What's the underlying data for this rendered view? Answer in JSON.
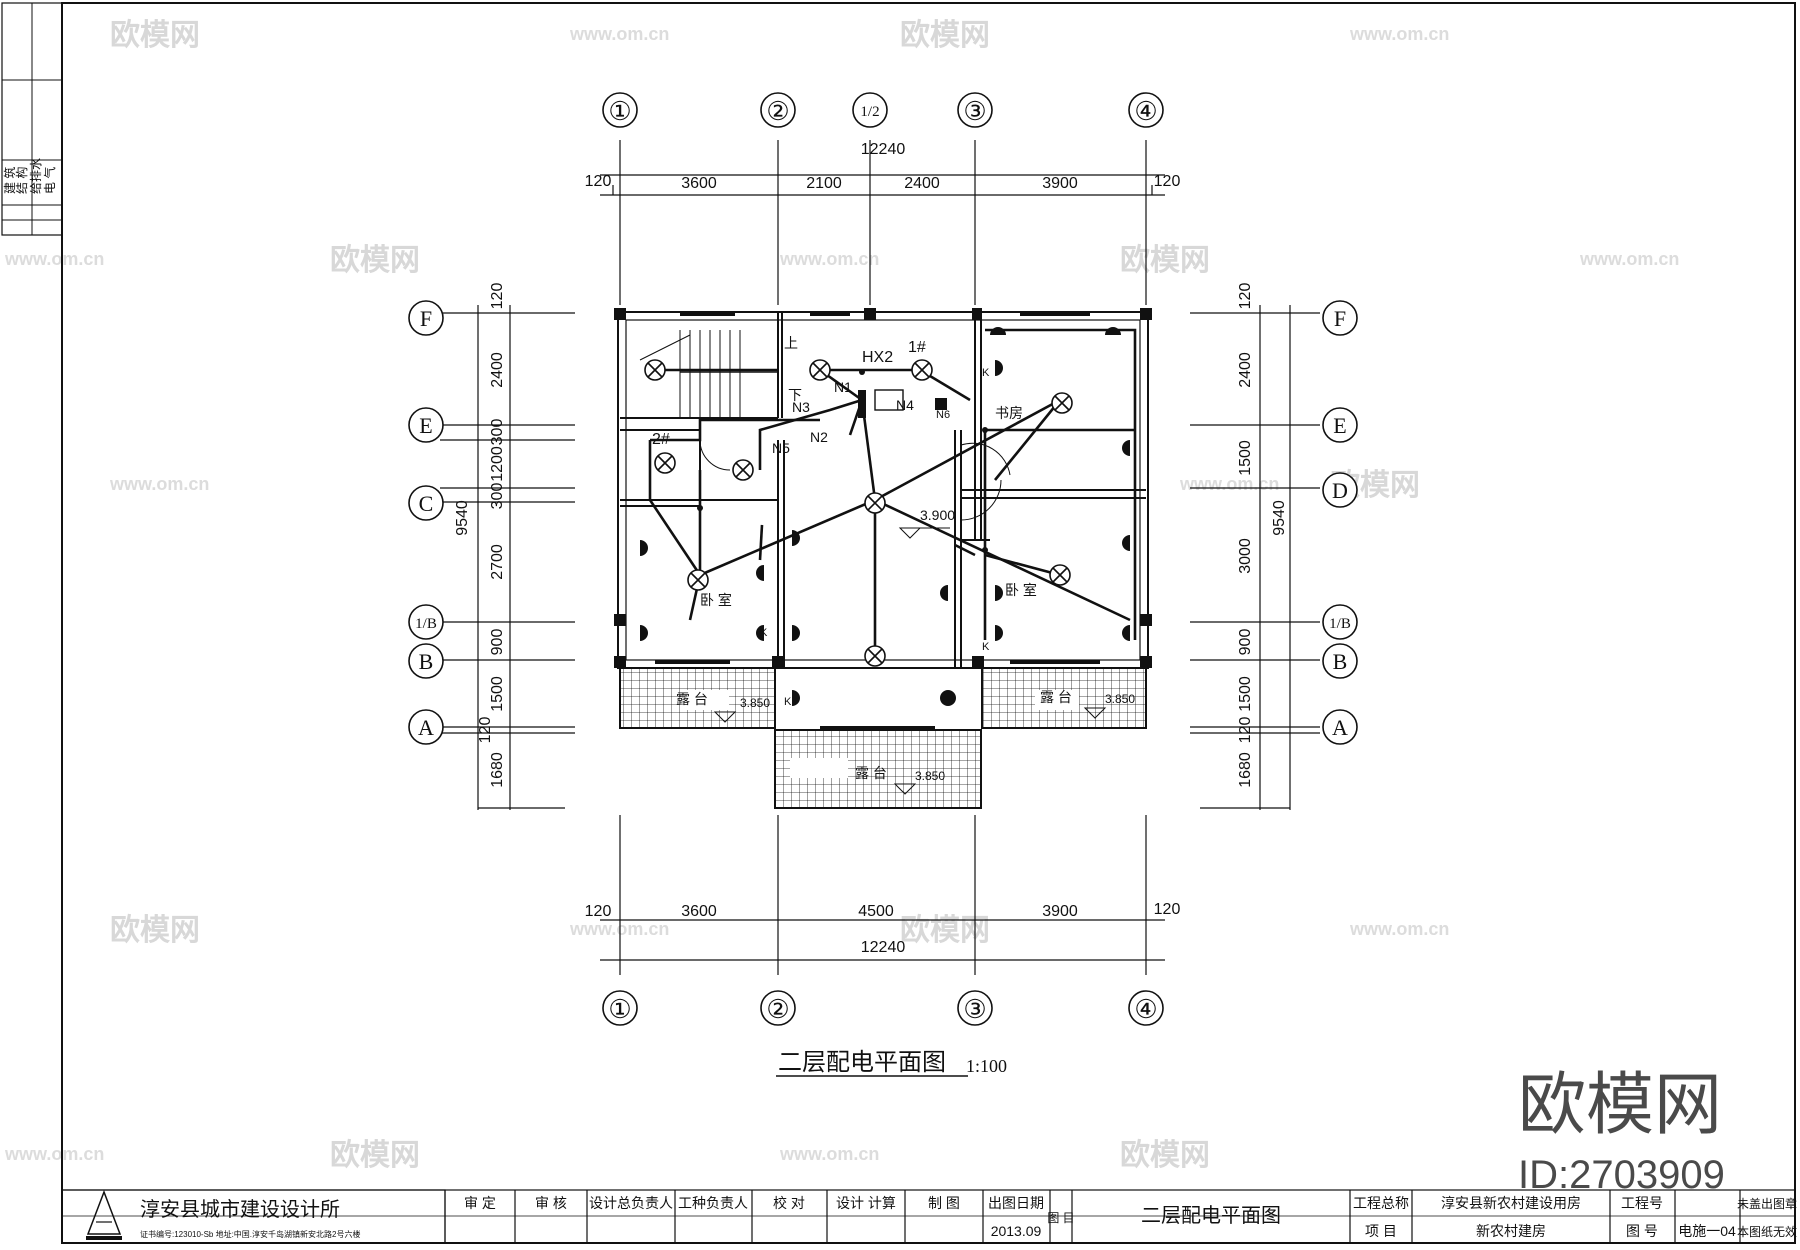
{
  "drawing": {
    "title": "二层配电平面图",
    "scale": "1:100",
    "axes_top": [
      "①",
      "②",
      "1/2",
      "③",
      "④"
    ],
    "axes_bottom": [
      "①",
      "②",
      "③",
      "④"
    ],
    "axes_left": [
      "F",
      "E",
      "C",
      "1/B",
      "B",
      "A"
    ],
    "axes_right": [
      "F",
      "E",
      "D",
      "1/B",
      "B",
      "A"
    ],
    "dims_top_total": "12240",
    "dims_top": [
      "120",
      "3600",
      "2100",
      "2400",
      "3900",
      "120"
    ],
    "dims_bottom_total": "12240",
    "dims_bottom": [
      "120",
      "3600",
      "4500",
      "3900",
      "120"
    ],
    "dims_left_total": "9540",
    "dims_left": [
      "120",
      "2400",
      "300",
      "1200",
      "300",
      "2700",
      "900",
      "1500",
      "120",
      "1680"
    ],
    "dims_right_total": "9540",
    "dims_right": [
      "120",
      "2400",
      "1500",
      "3000",
      "900",
      "1500",
      "120",
      "1680"
    ],
    "rooms": {
      "bedroom_left": "卧 室",
      "bedroom_right": "卧 室",
      "study": "书房",
      "balcony_left": "露 台",
      "balcony_right": "露 台",
      "balcony_front": "露 台",
      "stairs_up": "上",
      "stairs_down": "下"
    },
    "elevations": {
      "main": "3.900",
      "balcony_left": "3.850",
      "balcony_right": "3.850",
      "balcony_front": "3.850"
    },
    "labels": {
      "hx": "HX2",
      "riser1": "1#",
      "riser2": "2#",
      "n1": "N1",
      "n2": "N2",
      "n3": "N3",
      "n4": "N4",
      "n5": "N5",
      "n6": "N6",
      "k": "K"
    }
  },
  "side_strip": [
    "建 筑",
    "结 构",
    "给排水",
    "电 气"
  ],
  "title_block": {
    "institute": "淳安县城市建设设计所",
    "cert": "证书编号:123010-Sb   地址:中国.淳安千岛湖镇新安北路2号六楼",
    "roles": [
      "审  定",
      "审  核",
      "设计总负责人",
      "工种负责人",
      "校  对",
      "设计 计算",
      "制  图"
    ],
    "date_label": "出图日期",
    "date": "2013.09",
    "fig_label": "图 目",
    "drawing_name": "二层配电平面图",
    "project_total_label": "工程总称",
    "project_total": "淳安县新农村建设用房",
    "item_label": "项 目",
    "item": "新农村建房",
    "job_no_label": "工程号",
    "sheet_no_label": "图 号",
    "sheet_no": "电施一04",
    "stamp_note_1": "未盖出图章",
    "stamp_note_2": "本图纸无效"
  },
  "watermark": {
    "brand": "欧模网",
    "url": "www.om.cn",
    "id": "ID:2703909"
  }
}
